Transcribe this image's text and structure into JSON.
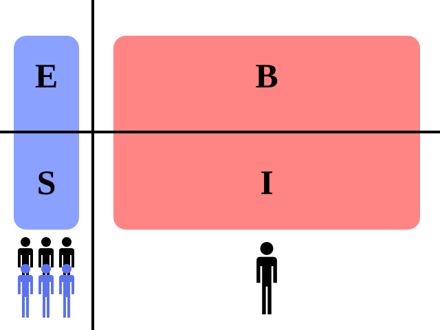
{
  "diagram": {
    "quadrant_labels": {
      "top_left": "E",
      "bottom_left": "S",
      "top_right": "B",
      "bottom_right": "I"
    },
    "colors": {
      "left_block": "#8aa1ff",
      "right_block": "#ff8585",
      "axes": "#000000",
      "figure_front": "#5b73f0",
      "figure_back": "#000000",
      "single_figure": "#000000"
    },
    "icons": {
      "group": "people-group-icon",
      "single": "person-icon"
    },
    "group_figure_count": 6,
    "single_figure_count": 1
  }
}
